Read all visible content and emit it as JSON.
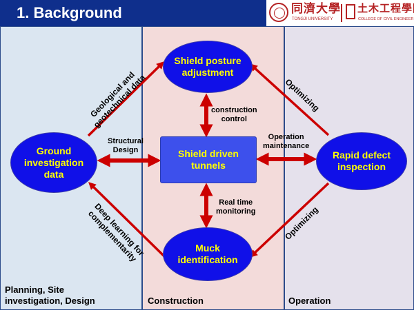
{
  "header": {
    "title": "1. Background",
    "university_name": "同濟大學",
    "university_sub": "TONGJI UNIVERSITY",
    "college_name": "土木工程學院",
    "college_sub": "COLLEGE OF CIVIL ENGINEERING"
  },
  "phases": [
    {
      "label": "Planning, Site investigation, Design"
    },
    {
      "label": "Construction"
    },
    {
      "label": "Operation"
    }
  ],
  "nodes": {
    "shield_posture": {
      "line1": "Shield posture",
      "line2": "adjustment"
    },
    "ground_investigation": {
      "line1": "Ground",
      "line2": "investigation",
      "line3": "data"
    },
    "shield_tunnels": {
      "line1": "Shield driven",
      "line2": "tunnels"
    },
    "rapid_defect": {
      "line1": "Rapid defect",
      "line2": "inspection"
    },
    "muck_identification": {
      "line1": "Muck",
      "line2": "identification"
    }
  },
  "connector_labels": {
    "construction_control": {
      "line1": "construction",
      "line2": "control"
    },
    "real_time_monitoring": {
      "line1": "Real time",
      "line2": "monitoring"
    },
    "structural_design": {
      "line1": "Structural",
      "line2": "Design"
    },
    "operation_maintenance": {
      "line1": "Operation",
      "line2": "maintenance"
    },
    "geological_data": {
      "line1": "Geological and",
      "line2": "geotechnical data"
    },
    "deep_learning": {
      "line1": "Deep learning for",
      "line2": "complementarity"
    },
    "optimizing_top": "Optimizing",
    "optimizing_bottom": "Optimizing"
  },
  "colors": {
    "title_bar": "#0f2f8c",
    "node_fill": "#1010e8",
    "node_text": "#ffff00",
    "arrow": "#cc0000",
    "phase_planning": "#dbe6f1",
    "phase_construction": "#f3dbda",
    "phase_operation": "#e5e1ec",
    "logo_red": "#b52324"
  }
}
